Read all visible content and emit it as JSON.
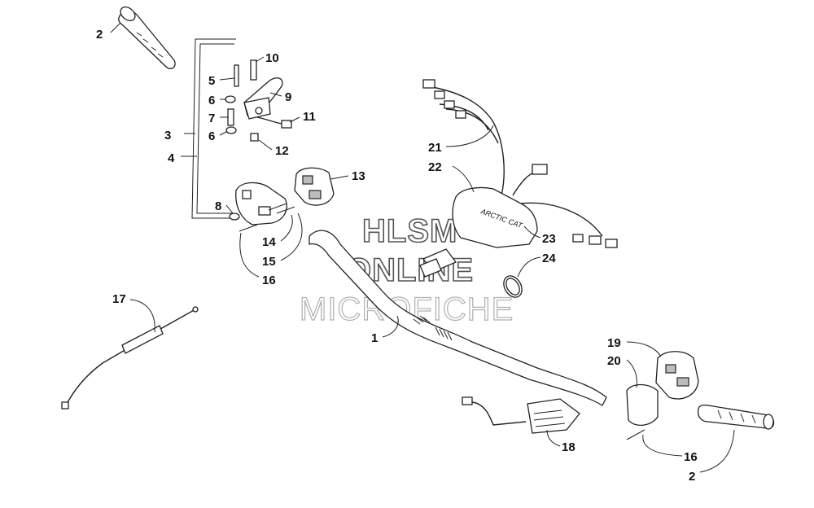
{
  "watermark": {
    "line1": "HLSM",
    "line2": "ONLINE",
    "line3": "MICROFICHE"
  },
  "callouts": [
    "1",
    "2",
    "2",
    "3",
    "4",
    "5",
    "6",
    "6",
    "7",
    "8",
    "9",
    "10",
    "11",
    "12",
    "13",
    "14",
    "15",
    "16",
    "16",
    "17",
    "18",
    "19",
    "20",
    "21",
    "22",
    "23",
    "24"
  ],
  "logo_text": "ARCTIC CAT"
}
